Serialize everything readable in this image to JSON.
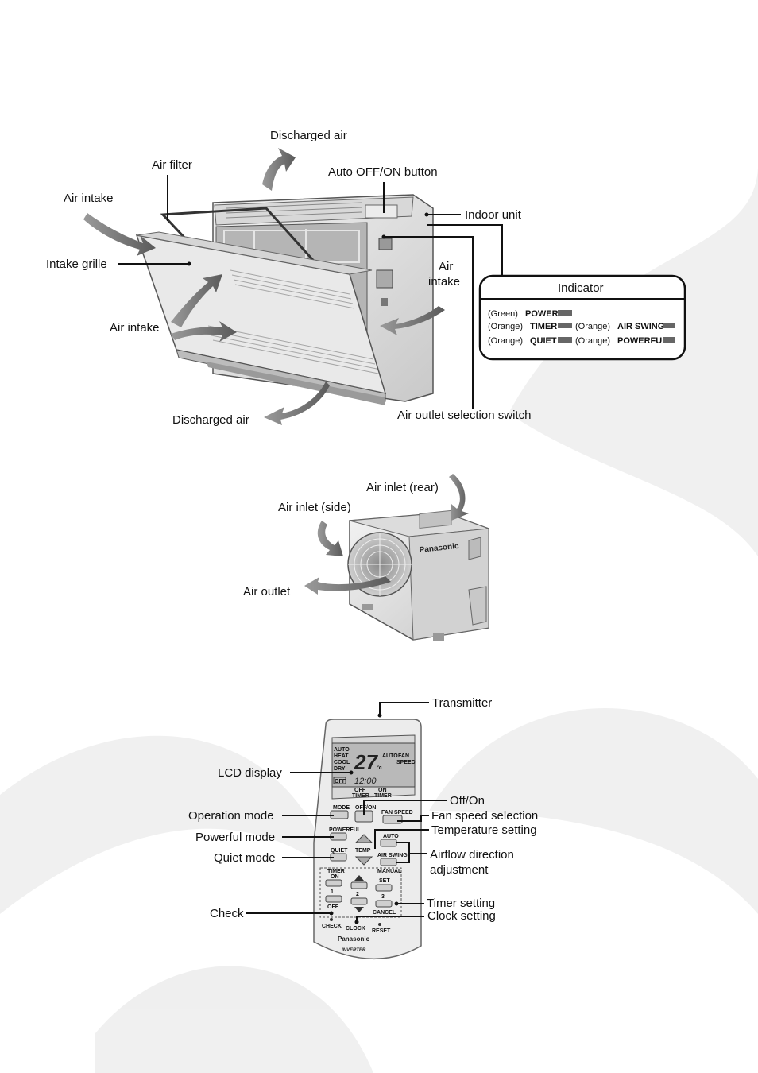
{
  "indoor": {
    "labels": {
      "discharged_air_top": "Discharged air",
      "air_filter": "Air filter",
      "auto_button": "Auto OFF/ON button",
      "air_intake_left": "Air intake",
      "indoor_unit": "Indoor unit",
      "intake_grille": "Intake grille",
      "air_intake_right_1": "Air",
      "air_intake_right_2": "intake",
      "air_intake_bottom": "Air intake",
      "discharged_air_bottom": "Discharged air",
      "outlet_switch": "Air outlet selection switch"
    },
    "indicator": {
      "title": "Indicator",
      "rows": [
        {
          "color": "(Green)",
          "name": "POWER"
        },
        {
          "color": "(Orange)",
          "name": "TIMER"
        },
        {
          "color": "(Orange)",
          "name": "AIR SWING"
        },
        {
          "color": "(Orange)",
          "name": "QUIET"
        },
        {
          "color": "(Orange)",
          "name": "POWERFUL"
        }
      ]
    }
  },
  "outdoor": {
    "labels": {
      "inlet_rear": "Air inlet (rear)",
      "inlet_side": "Air inlet (side)",
      "outlet": "Air outlet"
    },
    "brand": "Panasonic"
  },
  "remote": {
    "labels": {
      "transmitter": "Transmitter",
      "lcd": "LCD display",
      "offon": "Off/On",
      "operation_mode": "Operation mode",
      "fan_speed": "Fan speed selection",
      "powerful_mode": "Powerful mode",
      "temperature": "Temperature setting",
      "quiet_mode": "Quiet mode",
      "airflow_1": "Airflow direction",
      "airflow_2": "adjustment",
      "check": "Check",
      "timer": "Timer setting",
      "clock": "Clock setting"
    },
    "display": {
      "modes": [
        "AUTO",
        "HEAT",
        "COOL",
        "DRY"
      ],
      "temp": "27",
      "unit": "°c",
      "auto": "AUTO",
      "fan": "FAN",
      "speed": "SPEED",
      "time": "12:00",
      "off_tag": "OFF",
      "off_timer_1": "OFF",
      "off_timer_2": "TIMER",
      "on_timer_1": "ON",
      "on_timer_2": "TIMER"
    },
    "buttons": {
      "mode": "MODE",
      "offon": "OFF/ON",
      "fan_speed": "FAN SPEED",
      "powerful": "POWERFUL",
      "auto": "AUTO",
      "quiet": "QUIET",
      "temp": "TEMP",
      "air_swing": "AIR SWING",
      "timer": "TIMER",
      "manual": "MANUAL",
      "on": "ON",
      "set": "SET",
      "n1": "1",
      "n2": "2",
      "n3": "3",
      "off": "OFF",
      "cancel": "CANCEL",
      "check": "CHECK",
      "clock": "CLOCK",
      "reset": "RESET"
    },
    "brand": "Panasonic",
    "sub_brand": "INVERTER"
  }
}
